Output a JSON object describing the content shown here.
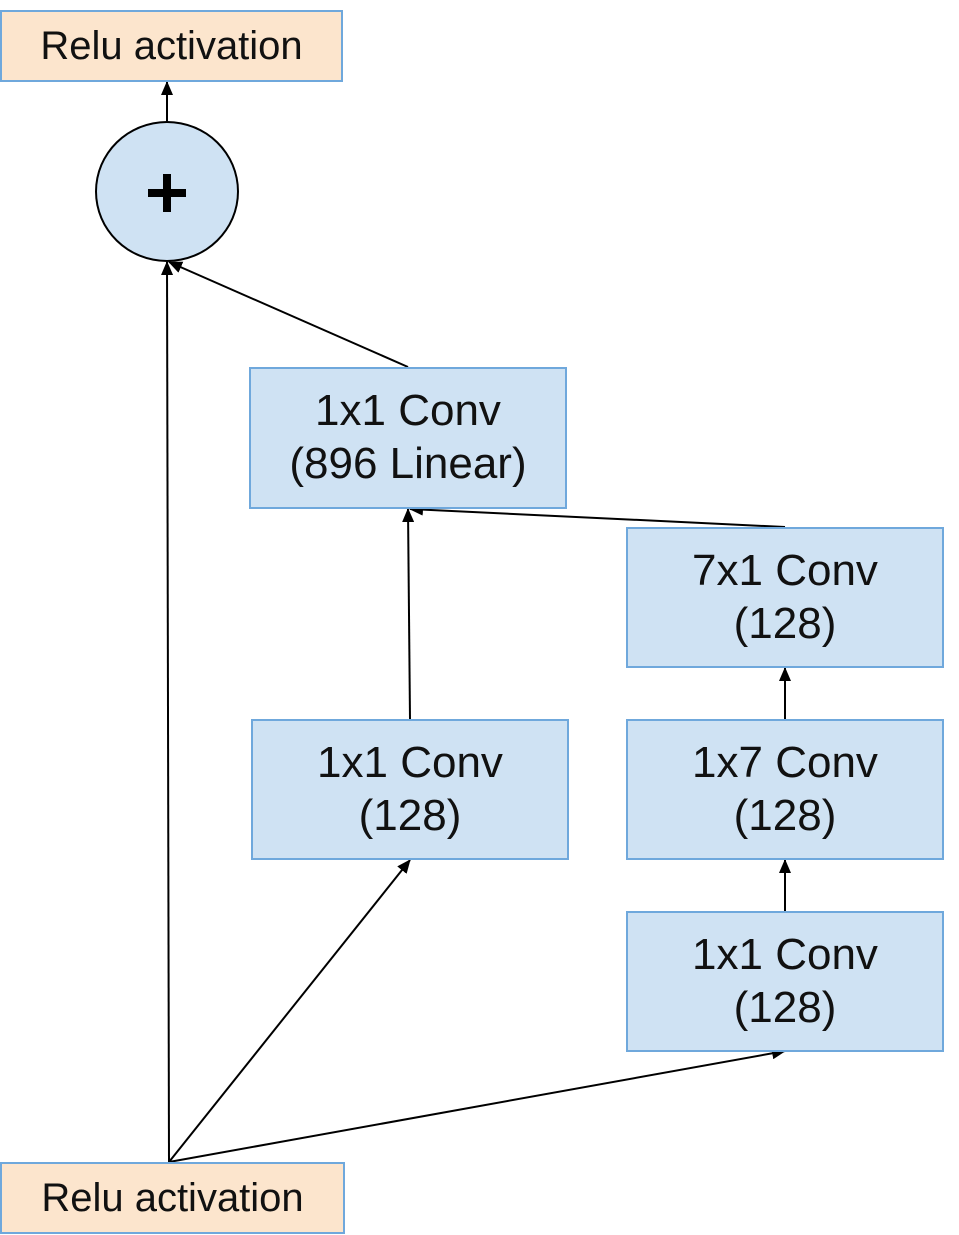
{
  "nodes": {
    "relu_top": {
      "label": "Relu activation"
    },
    "relu_bottom": {
      "label": "Relu activation"
    },
    "conv_linear": {
      "line1": "1x1 Conv",
      "line2": "(896 Linear)"
    },
    "conv_mid": {
      "line1": "1x1 Conv",
      "line2": "(128)"
    },
    "conv_7x1": {
      "line1": "7x1 Conv",
      "line2": "(128)"
    },
    "conv_1x7": {
      "line1": "1x7 Conv",
      "line2": "(128)"
    },
    "conv_right_bottom": {
      "line1": "1x1 Conv",
      "line2": "(128)"
    }
  },
  "sum_node": {
    "icon": "plus-icon"
  },
  "colors": {
    "relu_fill": "#fce5cd",
    "conv_fill": "#cfe2f3",
    "node_border": "#6fa8dc",
    "edge": "#000000"
  }
}
